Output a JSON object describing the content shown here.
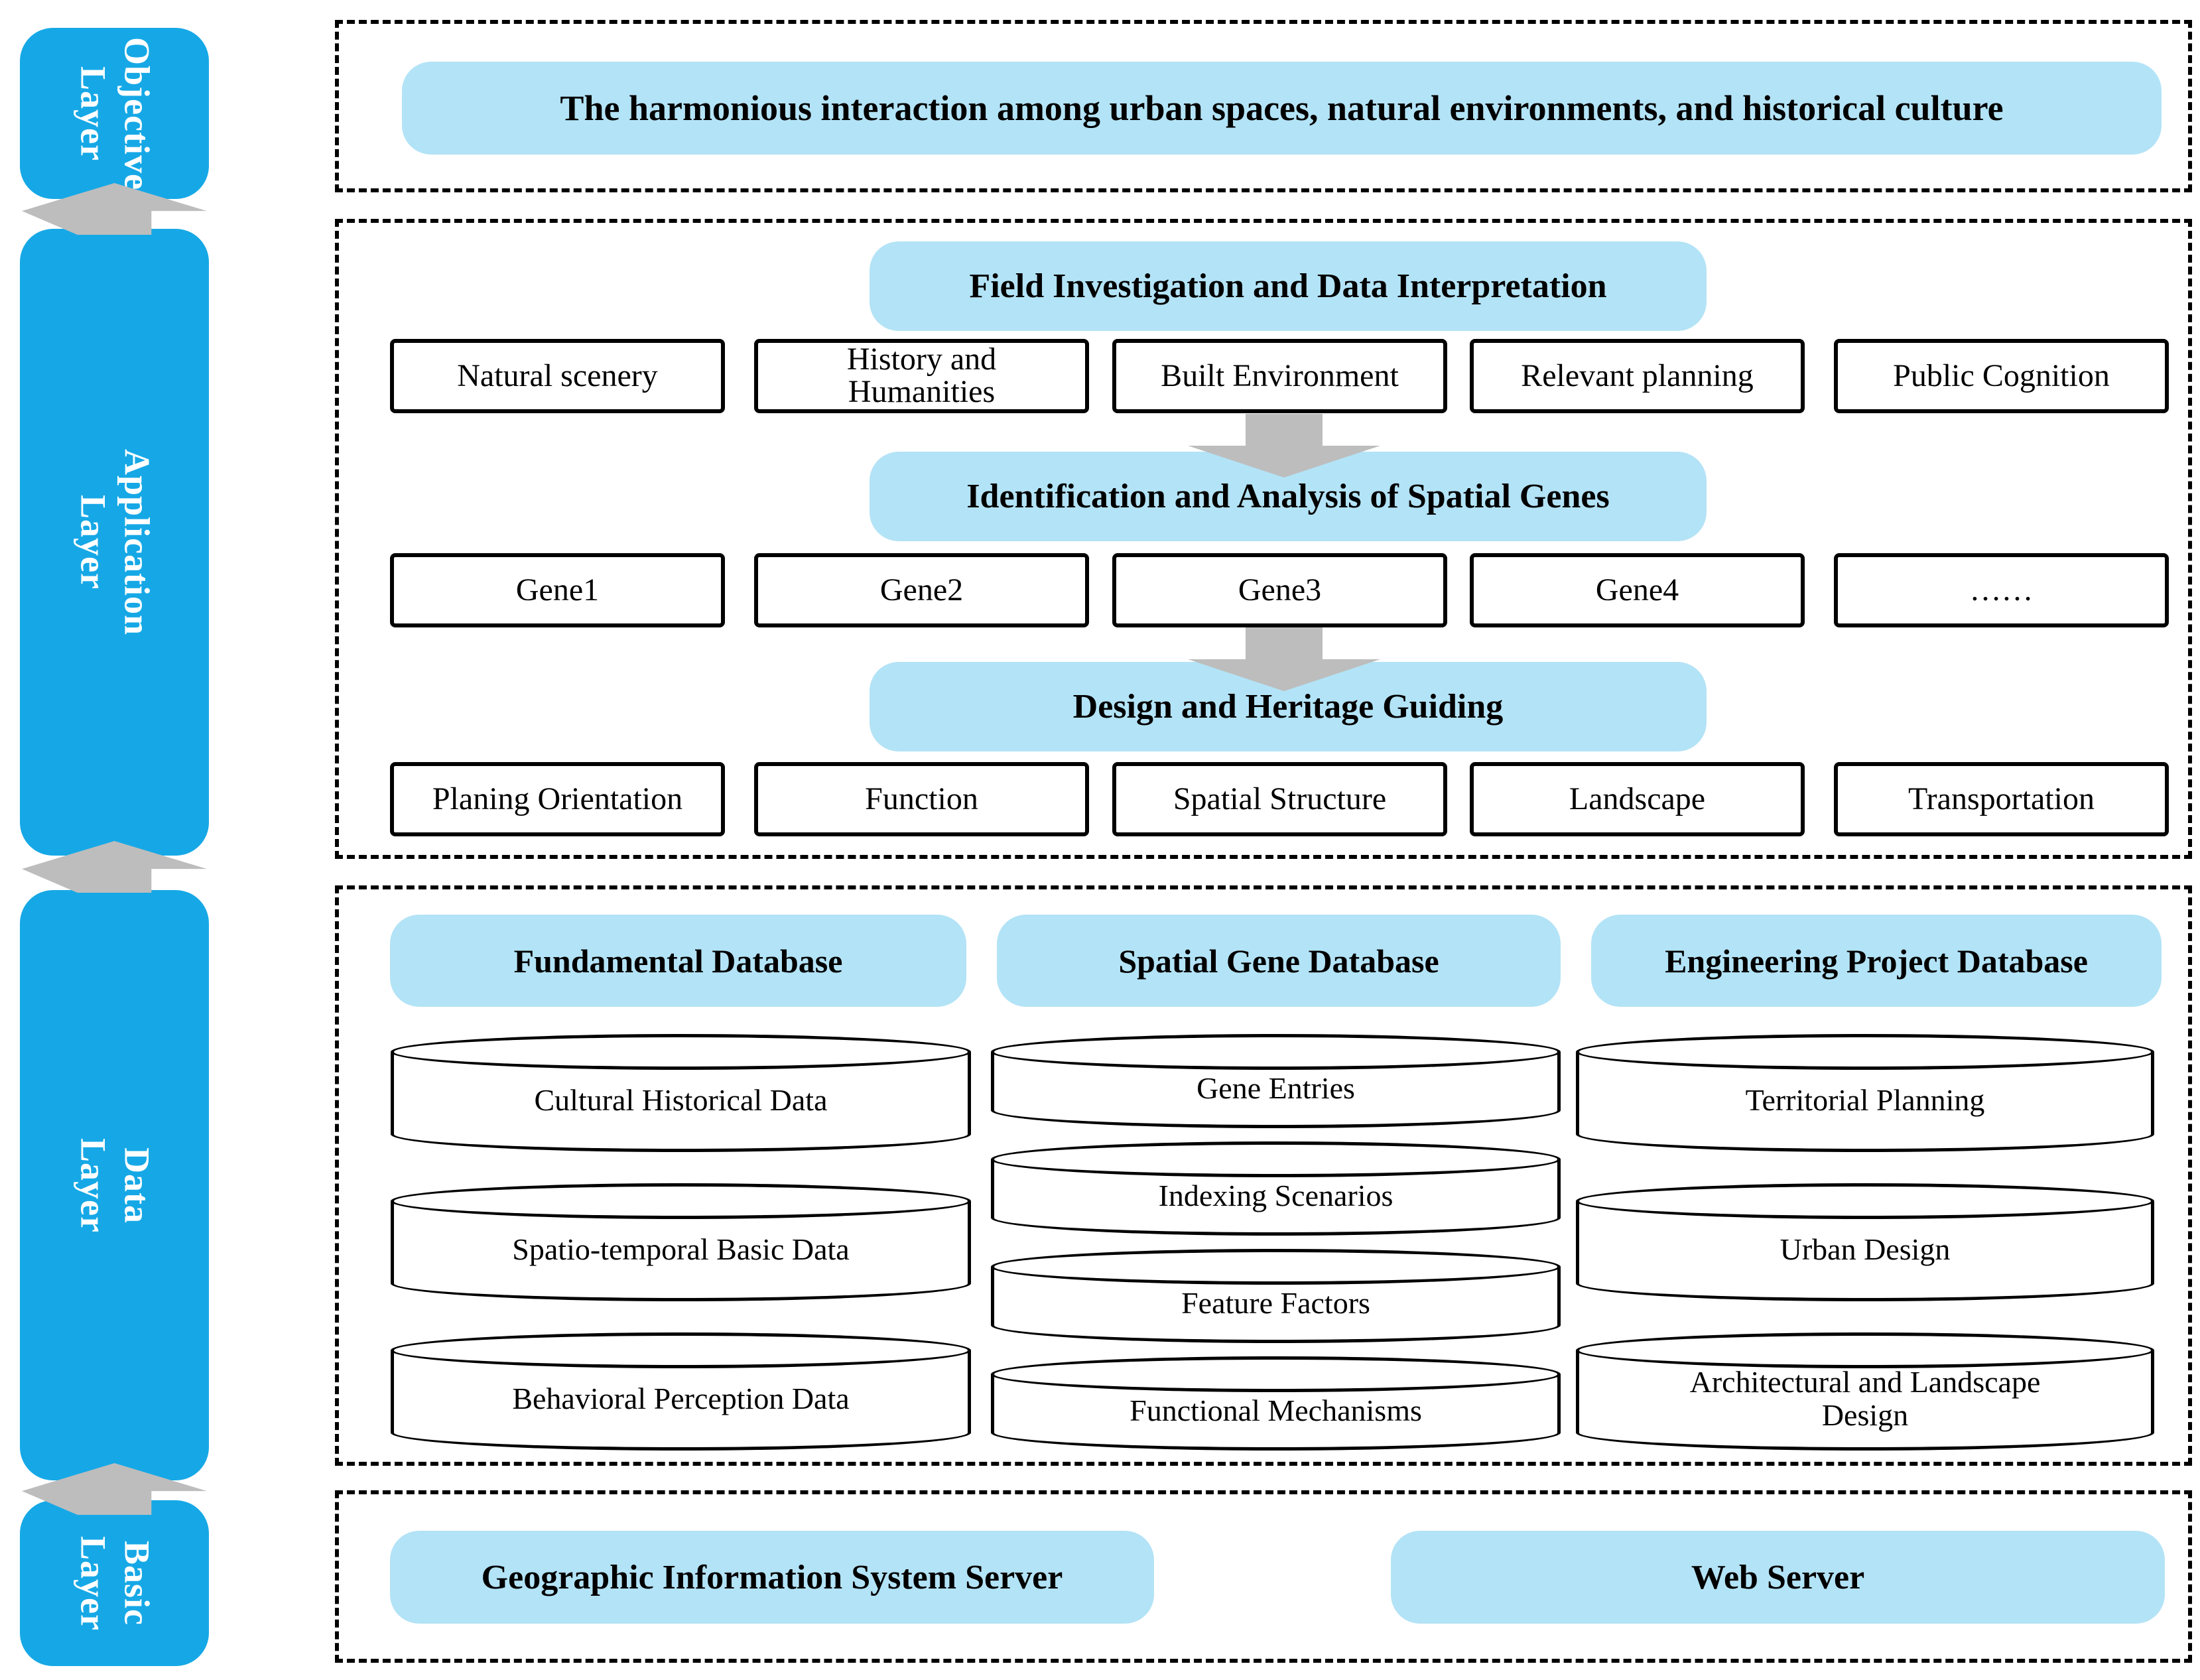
{
  "colors": {
    "sidebar_blue": "#16A8E6",
    "pill_blue": "#B3E3F6",
    "arrow_gray": "#BDBDBD",
    "border_black": "#000000",
    "text_white": "#FFFFFF"
  },
  "sidebar": {
    "layers": [
      {
        "line1": "Objective",
        "line2": "Layer"
      },
      {
        "line1": "Application",
        "line2": "Layer"
      },
      {
        "line1": "Data",
        "line2": "Layer"
      },
      {
        "line1": "Basic",
        "line2": "Layer"
      }
    ]
  },
  "objective": {
    "title": "The harmonious interaction among urban spaces, natural environments, and historical culture"
  },
  "application": {
    "steps": [
      {
        "header": "Field Investigation and Data Interpretation",
        "items": [
          "Natural scenery",
          "History and Humanities",
          "Built Environment",
          "Relevant planning",
          "Public Cognition"
        ]
      },
      {
        "header": "Identification and Analysis of Spatial Genes",
        "items": [
          "Gene1",
          "Gene2",
          "Gene3",
          "Gene4",
          "……"
        ]
      },
      {
        "header": "Design and Heritage Guiding",
        "items": [
          "Planing Orientation",
          "Function",
          "Spatial Structure",
          "Landscape",
          "Transportation"
        ]
      }
    ]
  },
  "data_layer": {
    "databases": [
      {
        "header": "Fundamental Database",
        "cylinders": [
          "Cultural Historical Data",
          "Spatio-temporal Basic Data",
          "Behavioral Perception Data"
        ]
      },
      {
        "header": "Spatial Gene Database",
        "cylinders": [
          "Gene Entries",
          "Indexing Scenarios",
          "Feature Factors",
          "Functional Mechanisms"
        ]
      },
      {
        "header": "Engineering Project Database",
        "cylinders": [
          "Territorial Planning",
          "Urban Design",
          "Architectural and Landscape Design"
        ]
      }
    ]
  },
  "basic_layer": {
    "servers": [
      "Geographic Information System Server",
      "Web Server"
    ]
  }
}
